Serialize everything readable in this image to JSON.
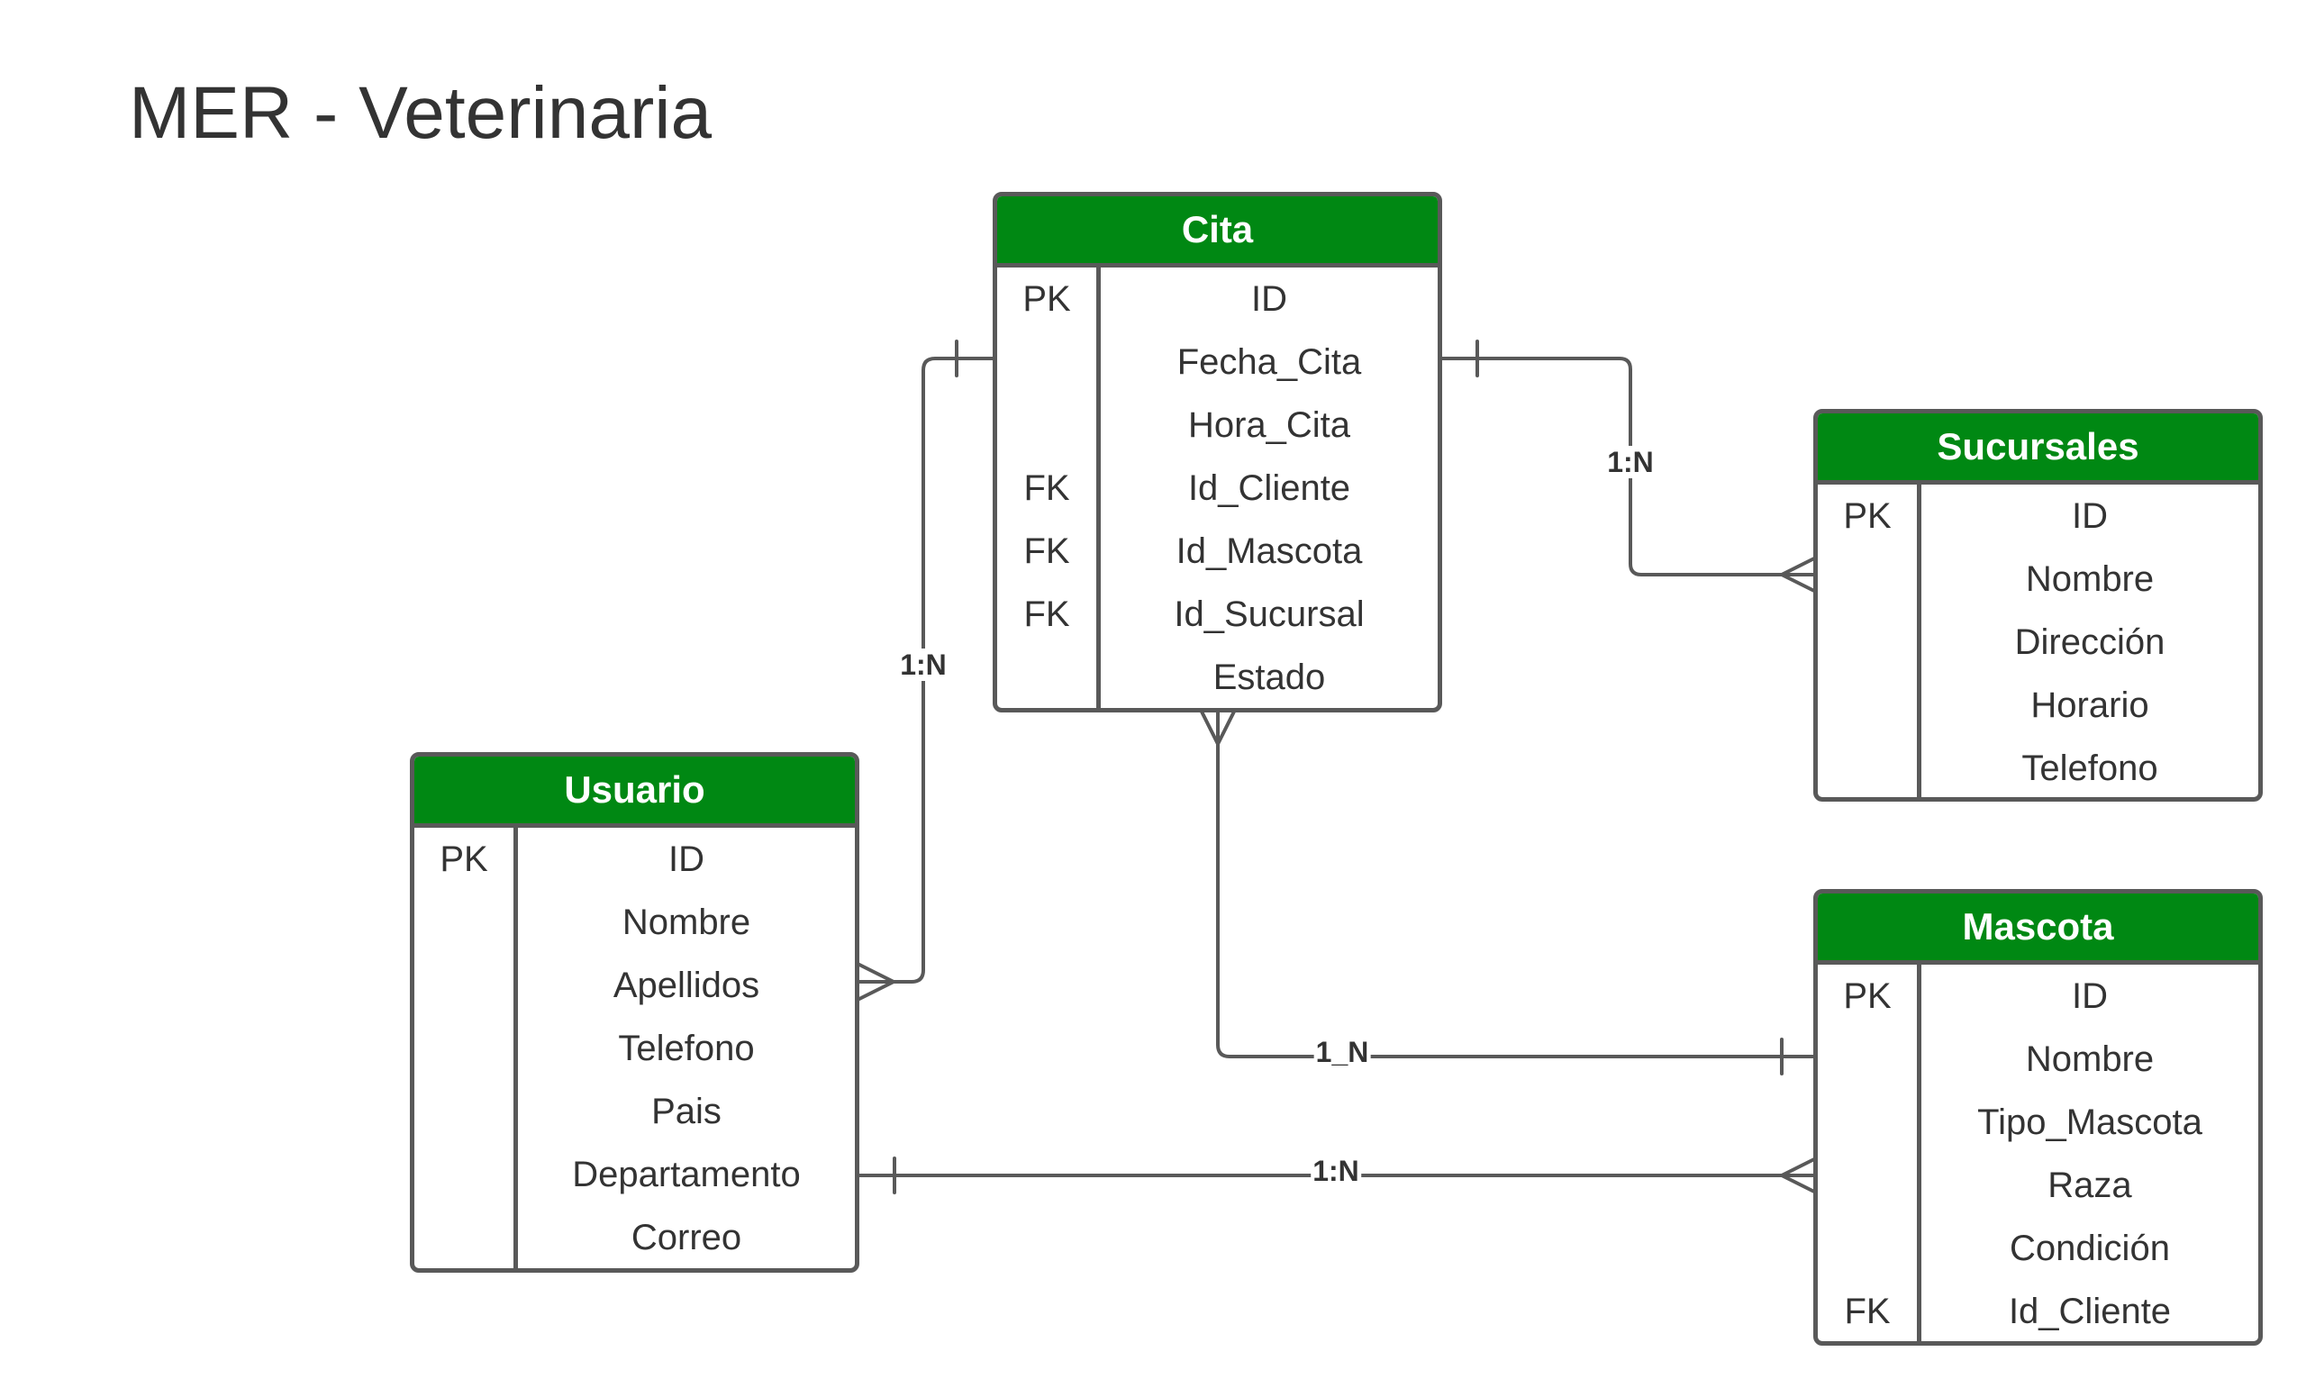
{
  "title": "MER - Veterinaria",
  "colors": {
    "header_bg": "#008813",
    "border": "#595959",
    "text": "#333333"
  },
  "entities": {
    "cita": {
      "name": "Cita",
      "attributes": [
        {
          "key": "PK",
          "name": "ID"
        },
        {
          "key": "",
          "name": "Fecha_Cita"
        },
        {
          "key": "",
          "name": "Hora_Cita"
        },
        {
          "key": "FK",
          "name": "Id_Cliente"
        },
        {
          "key": "FK",
          "name": "Id_Mascota"
        },
        {
          "key": "FK",
          "name": "Id_Sucursal"
        },
        {
          "key": "",
          "name": "Estado"
        }
      ]
    },
    "sucursales": {
      "name": "Sucursales",
      "attributes": [
        {
          "key": "PK",
          "name": "ID"
        },
        {
          "key": "",
          "name": "Nombre"
        },
        {
          "key": "",
          "name": "Dirección"
        },
        {
          "key": "",
          "name": "Horario"
        },
        {
          "key": "",
          "name": "Telefono"
        }
      ]
    },
    "usuario": {
      "name": "Usuario",
      "attributes": [
        {
          "key": "PK",
          "name": "ID"
        },
        {
          "key": "",
          "name": "Nombre"
        },
        {
          "key": "",
          "name": "Apellidos"
        },
        {
          "key": "",
          "name": "Telefono"
        },
        {
          "key": "",
          "name": "Pais"
        },
        {
          "key": "",
          "name": "Departamento"
        },
        {
          "key": "",
          "name": "Correo"
        }
      ]
    },
    "mascota": {
      "name": "Mascota",
      "attributes": [
        {
          "key": "PK",
          "name": "ID"
        },
        {
          "key": "",
          "name": "Nombre"
        },
        {
          "key": "",
          "name": "Tipo_Mascota"
        },
        {
          "key": "",
          "name": "Raza"
        },
        {
          "key": "",
          "name": "Condición"
        },
        {
          "key": "FK",
          "name": "Id_Cliente"
        }
      ]
    }
  },
  "relationships": [
    {
      "from": "Cita",
      "to": "Usuario",
      "label": "1:N"
    },
    {
      "from": "Cita",
      "to": "Sucursales",
      "label": "1:N"
    },
    {
      "from": "Mascota",
      "to": "Cita",
      "label": "1_N"
    },
    {
      "from": "Usuario",
      "to": "Mascota",
      "label": "1:N"
    }
  ]
}
